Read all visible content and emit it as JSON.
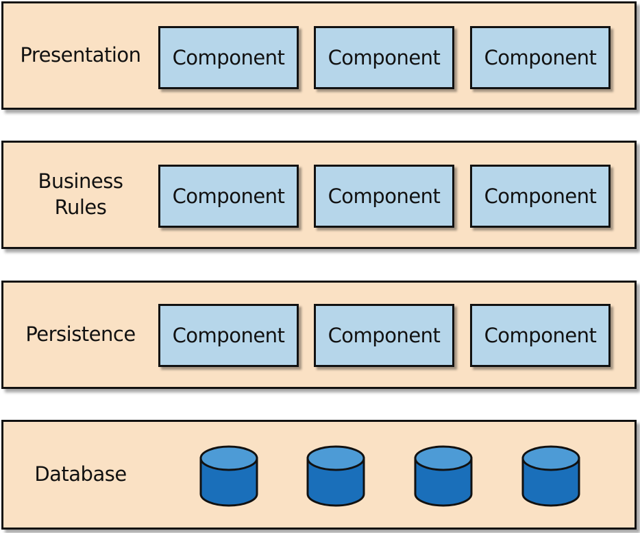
{
  "colors": {
    "layer_fill": "#fae1c4",
    "component_fill": "#b6d6ea",
    "database_fill": "#1a6fba",
    "database_top": "#4d9bd6",
    "outline": "#111111"
  },
  "layers": [
    {
      "label": "Presentation",
      "components": [
        "Component",
        "Component",
        "Component"
      ]
    },
    {
      "label": "Business\nRules",
      "components": [
        "Component",
        "Component",
        "Component"
      ]
    },
    {
      "label": "Persistence",
      "components": [
        "Component",
        "Component",
        "Component"
      ]
    },
    {
      "label": "Database",
      "databases": [
        "database-icon",
        "database-icon",
        "database-icon",
        "database-icon"
      ]
    }
  ]
}
